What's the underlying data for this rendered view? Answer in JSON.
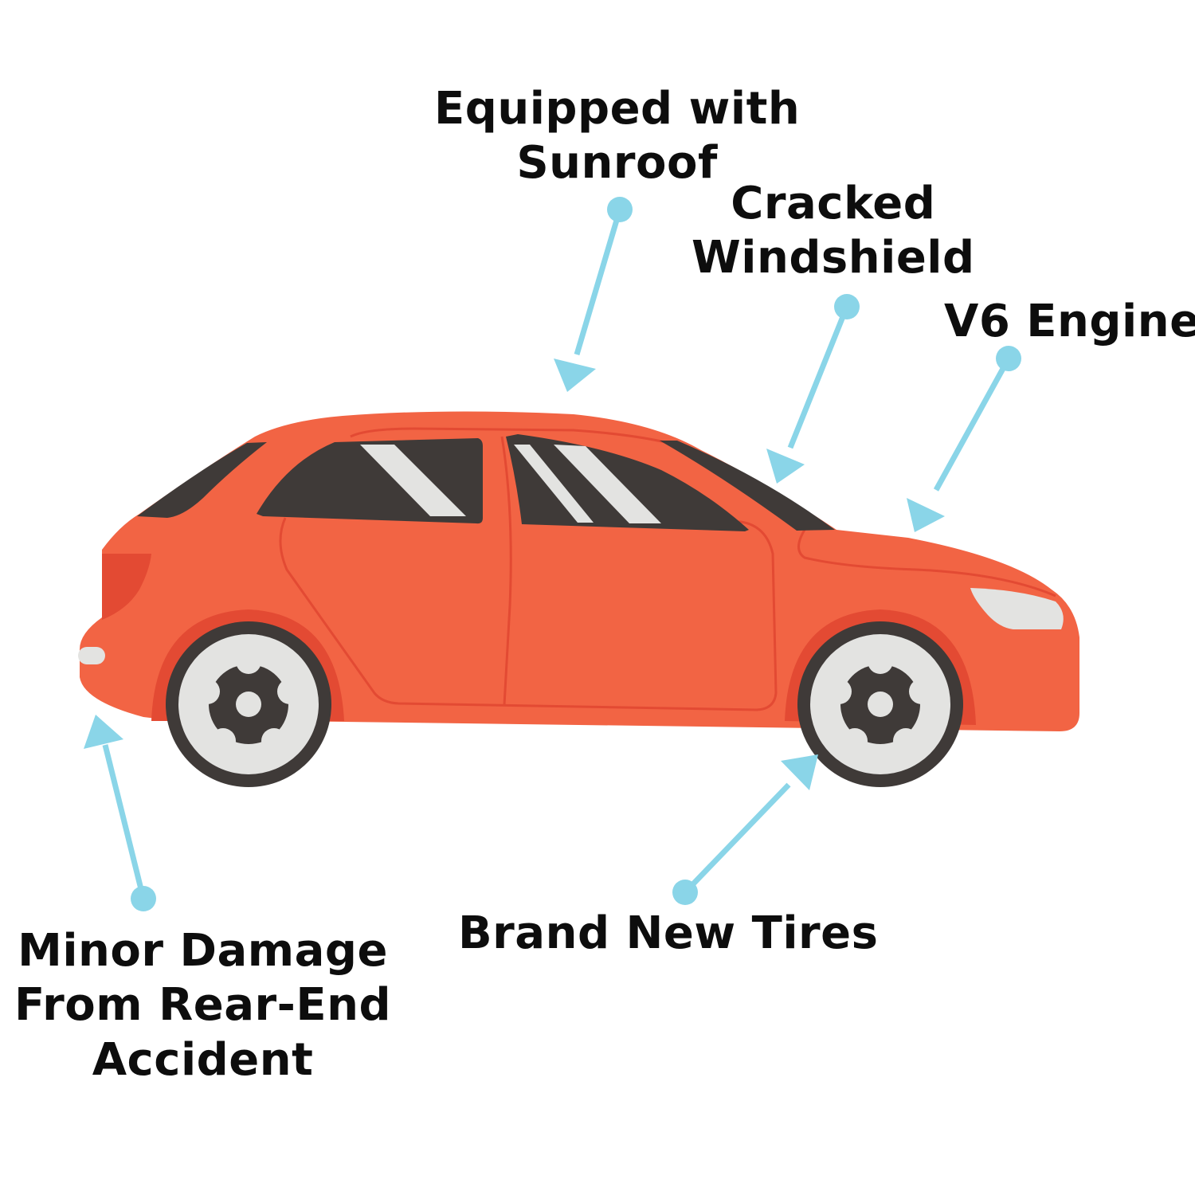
{
  "annotations": {
    "sunroof": [
      "Equipped with",
      "Sunroof"
    ],
    "windshield": [
      "Cracked",
      "Windshield"
    ],
    "engine": [
      "V6 Engine"
    ],
    "tires": [
      "Brand New Tires"
    ],
    "damage": [
      "Minor Damage",
      "From Rear-End",
      "Accident"
    ]
  },
  "colors": {
    "car_body": "#f26444",
    "car_dark_red": "#e34a33",
    "window": "#3f3a38",
    "glass_glint": "#e3e3e1",
    "tire": "#3f3a38",
    "rim": "#e3e3e1",
    "pointer": "#8ad5e8",
    "text": "#0d0d0d"
  }
}
